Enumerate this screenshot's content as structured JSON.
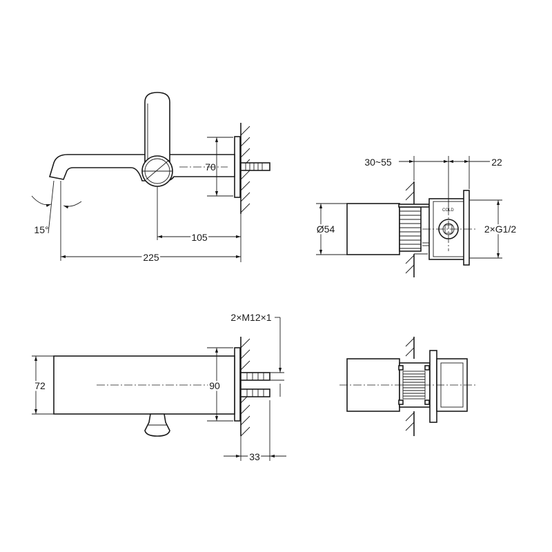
{
  "dimensions": {
    "angle": "15°",
    "spout_projection": "225",
    "lever_offset": "105",
    "plate_height": "70",
    "body_diameter": "Ø54",
    "mount_depth": "30~55",
    "plate_depth": "22",
    "connections": "2×G1/2",
    "spout_height": "72",
    "plate_width": "90",
    "thread_spec": "2×M12×1",
    "stud_length": "33"
  },
  "labels": {
    "cold": "COLD"
  }
}
